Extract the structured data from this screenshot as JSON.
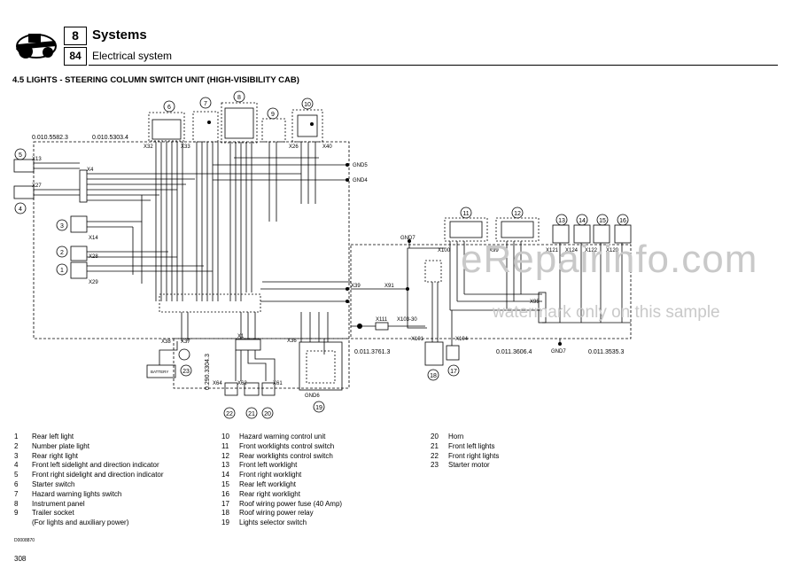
{
  "header": {
    "chapter_number": "8",
    "chapter_title": "Systems",
    "section_number": "84",
    "section_title": "Electrical system"
  },
  "section_title": "4.5 LIGHTS - STEERING COLUMN SWITCH UNIT (HIGH-VISIBILITY CAB)",
  "diagram": {
    "wire_refs": [
      "0.010.5582.3",
      "0.010.5303.4",
      "0.011.3761.3",
      "0.011.3606.4",
      "0.011.3535.3",
      "0.290.3304.3"
    ],
    "connectors": [
      "X32",
      "X33",
      "X26",
      "X40",
      "X13",
      "X4",
      "X27",
      "X14",
      "X28",
      "X29",
      "X39",
      "X91",
      "X38",
      "X37",
      "X1",
      "X36",
      "X64",
      "X62",
      "X61",
      "X100",
      "X99",
      "X121",
      "X124",
      "X122",
      "X120",
      "X95",
      "X111",
      "X103-30",
      "X101",
      "X104"
    ],
    "grounds": [
      "GND5",
      "GND4",
      "GND7",
      "GND6",
      "GND7"
    ],
    "battery_label": "BATTERY",
    "component_numbers": [
      "1",
      "2",
      "3",
      "4",
      "5",
      "6",
      "7",
      "8",
      "9",
      "10",
      "11",
      "12",
      "13",
      "14",
      "15",
      "16",
      "17",
      "18",
      "19",
      "20",
      "21",
      "22",
      "23"
    ]
  },
  "legend": {
    "col1": [
      {
        "n": "1",
        "text": "Rear left light"
      },
      {
        "n": "2",
        "text": "Number plate light"
      },
      {
        "n": "3",
        "text": "Rear right light"
      },
      {
        "n": "4",
        "text": "Front left sidelight and direction indicator"
      },
      {
        "n": "5",
        "text": "Front right sidelight and direction indicator"
      },
      {
        "n": "6",
        "text": "Starter switch"
      },
      {
        "n": "7",
        "text": "Hazard warning lights switch"
      },
      {
        "n": "8",
        "text": "Instrument panel"
      },
      {
        "n": "9",
        "text": "Trailer socket"
      },
      {
        "n": "",
        "text": "(For lights and auxiliary power)"
      }
    ],
    "col2": [
      {
        "n": "10",
        "text": "Hazard warning control unit"
      },
      {
        "n": "11",
        "text": "Front worklights control switch"
      },
      {
        "n": "12",
        "text": "Rear worklights control switch"
      },
      {
        "n": "13",
        "text": "Front left worklight"
      },
      {
        "n": "14",
        "text": "Front right worklight"
      },
      {
        "n": "15",
        "text": "Rear left worklight"
      },
      {
        "n": "16",
        "text": "Rear right worklight"
      },
      {
        "n": "17",
        "text": "Roof wiring power fuse (40 Amp)"
      },
      {
        "n": "18",
        "text": "Roof wiring power relay"
      },
      {
        "n": "19",
        "text": "Lights selector switch"
      }
    ],
    "col3": [
      {
        "n": "20",
        "text": "Horn"
      },
      {
        "n": "21",
        "text": "Front left lights"
      },
      {
        "n": "22",
        "text": "Front right lights"
      },
      {
        "n": "23",
        "text": "Starter motor"
      }
    ]
  },
  "footer": {
    "figure_code": "D0008870",
    "page_number": "308"
  },
  "watermark": {
    "line1": "eRepairinfo.com",
    "line2": "watermark only on this sample"
  }
}
